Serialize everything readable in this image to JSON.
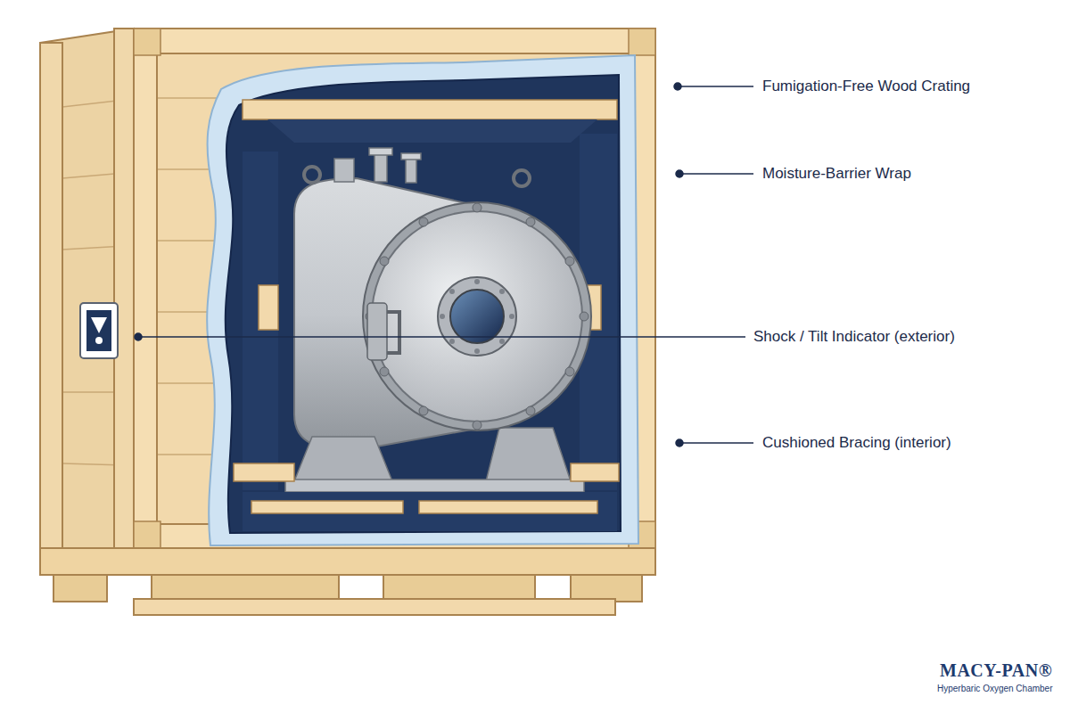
{
  "diagram": {
    "labels": [
      "Fumigation-Free Wood Crating",
      "Moisture-Barrier Wrap",
      "Shock / Tilt Indicator (exterior)",
      "Cushioned Bracing (interior)",
      "MACY-PAN®",
      "Hyperbaric Oxygen Chamber"
    ]
  }
}
